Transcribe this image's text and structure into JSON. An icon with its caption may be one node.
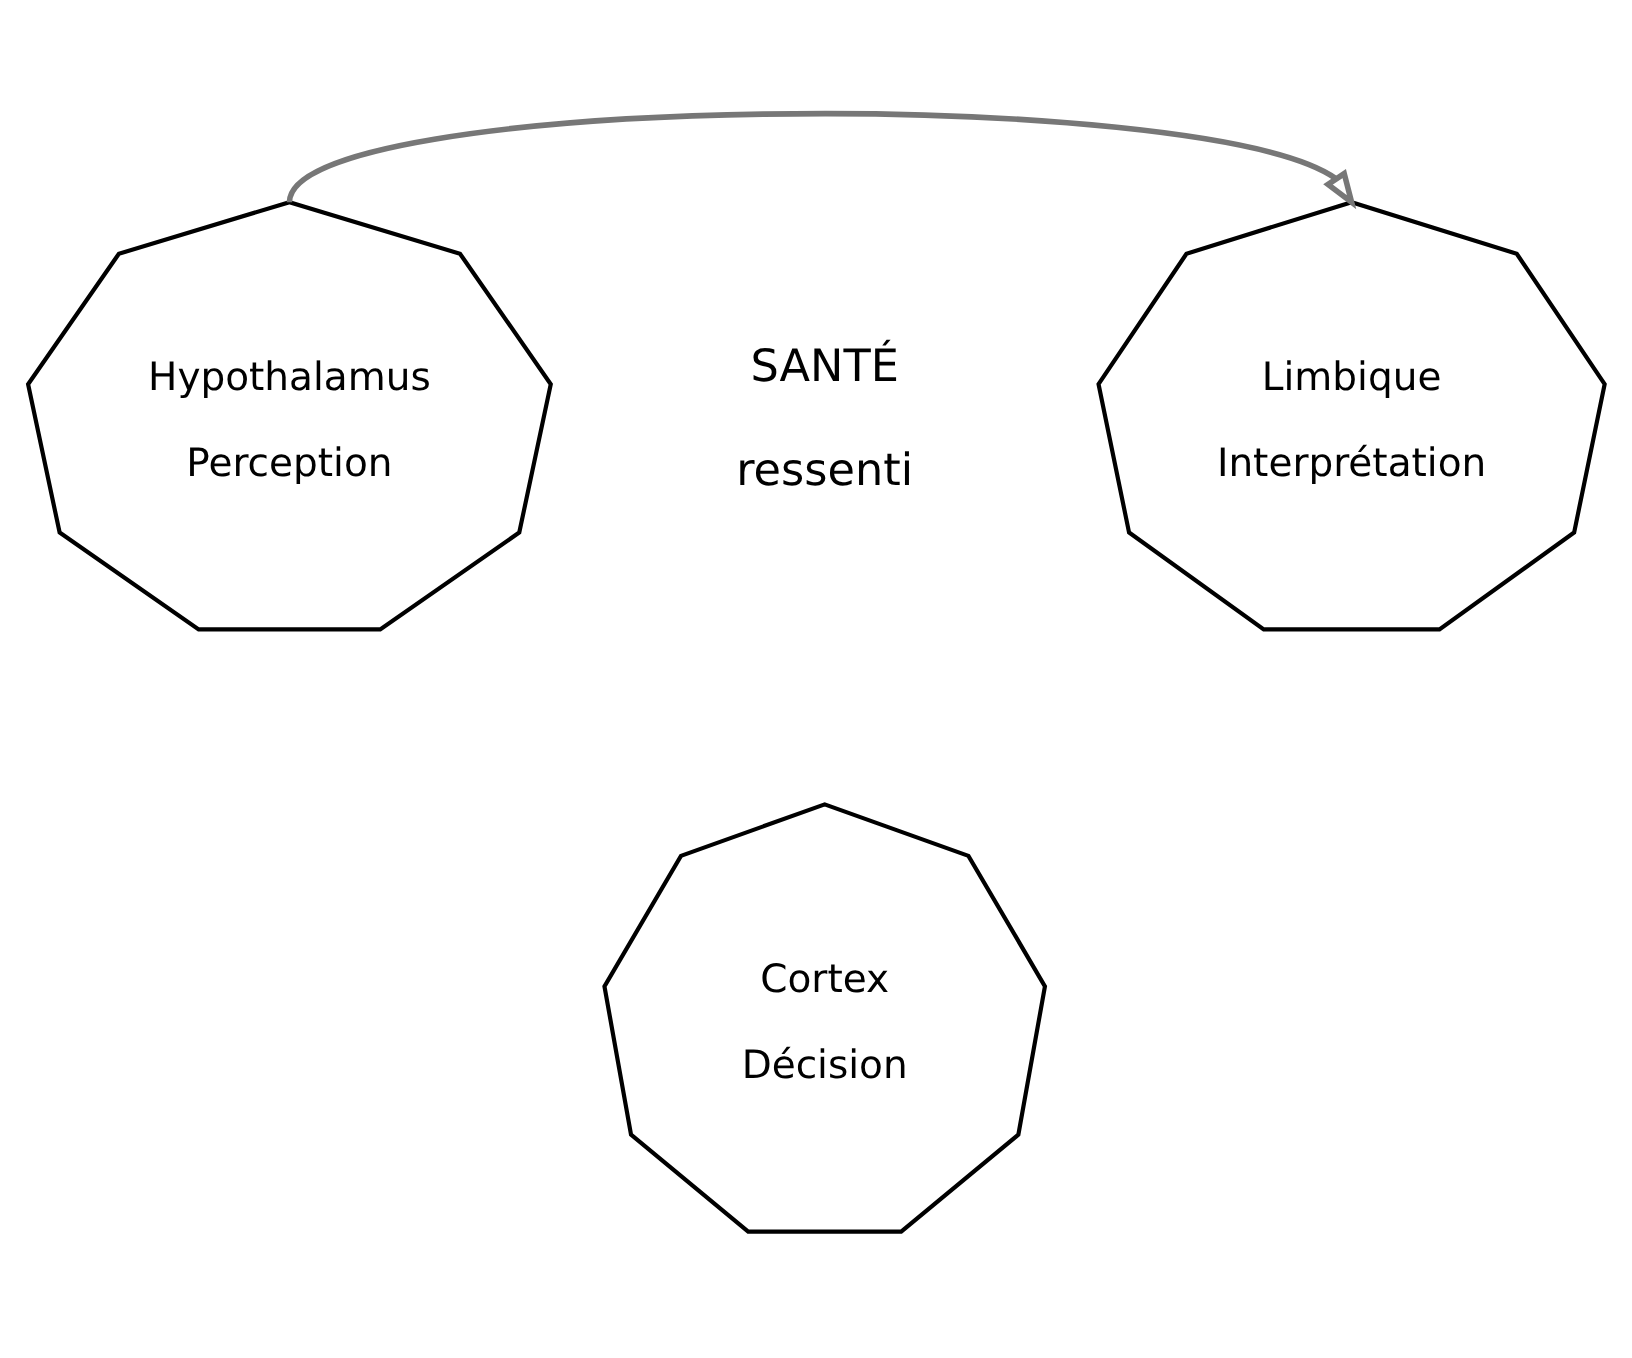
{
  "diagram": {
    "nodes": [
      {
        "text": [
          "Hypothalamus",
          "Perception"
        ]
      },
      {
        "text": [
          "Limbique",
          "Interprétation"
        ]
      },
      {
        "text": [
          "Cortex",
          "Décision"
        ]
      }
    ],
    "edges": [
      {
        "from": 0,
        "to": 1,
        "arrow": "to"
      }
    ],
    "labels": [
      "SANTÉ",
      "ressenti"
    ]
  }
}
